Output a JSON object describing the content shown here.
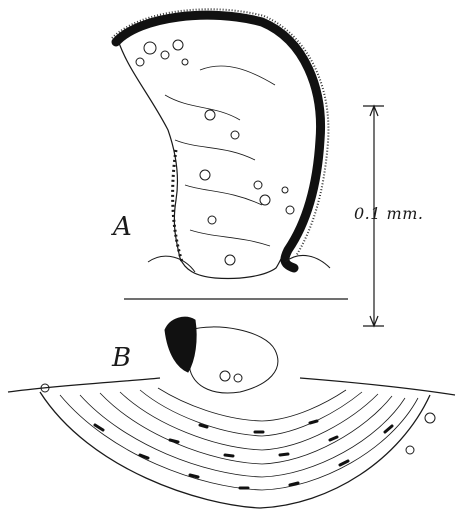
{
  "panels": [
    {
      "id": "A",
      "label": "A"
    },
    {
      "id": "B",
      "label": "B"
    }
  ],
  "scale_bar": {
    "label": "0.1 mm."
  },
  "colors": {
    "ink": "#1a1a1a",
    "paper": "#ffffff"
  }
}
